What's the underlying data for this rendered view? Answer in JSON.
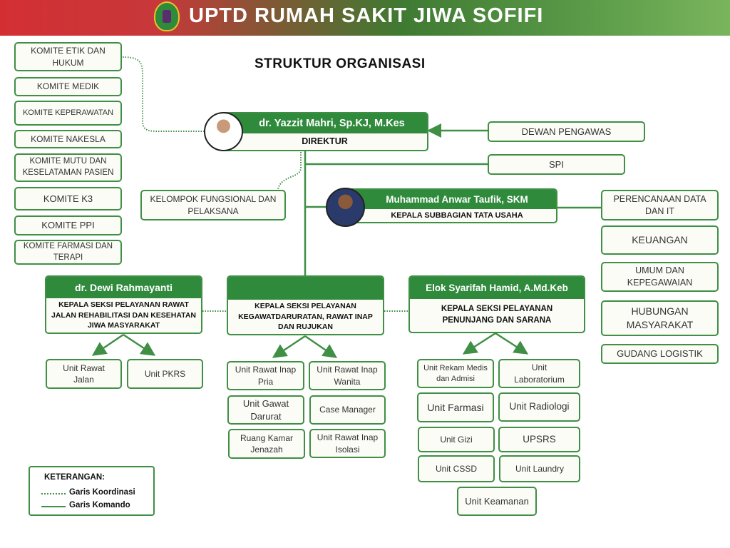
{
  "header": {
    "title": "UPTD RUMAH SAKIT JIWA SOFIFI"
  },
  "page_title": "STRUKTUR ORGANISASI",
  "committees": [
    "KOMITE ETIK DAN HUKUM",
    "KOMITE MEDIK",
    "KOMITE KEPERAWATAN",
    "KOMITE NAKESLA",
    "KOMITE MUTU DAN KESELATAMAN PASIEN",
    "KOMITE  K3",
    "KOMITE  PPI",
    "KOMITE  FARMASI DAN TERAPI"
  ],
  "director": {
    "name": "dr. Yazzit Mahri, Sp.KJ, M.Kes",
    "role": "DIREKTUR"
  },
  "dewan": "DEWAN PENGAWAS",
  "spi": "SPI",
  "fungsional": "KELOMPOK FUNGSIONAL DAN PELAKSANA",
  "kasubag": {
    "name": "Muhammad Anwar Taufik, SKM",
    "role": "KEPALA SUBBAGIAN TATA USAHA"
  },
  "subbag_units": [
    "PERENCANAAN DATA DAN IT",
    "KEUANGAN",
    "UMUM DAN KEPEGAWAIAN",
    "HUBUNGAN MASYARAKAT",
    "GUDANG LOGISTIK"
  ],
  "sections": [
    {
      "name": "dr. Dewi Rahmayanti",
      "role": "KEPALA SEKSI PELAYANAN RAWAT JALAN REHABILITASI DAN KESEHATAN JIWA MASYARAKAT",
      "units": [
        "Unit Rawat Jalan",
        "Unit PKRS"
      ]
    },
    {
      "name": "",
      "role": "KEPALA SEKSI PELAYANAN KEGAWATDARURATAN, RAWAT INAP DAN RUJUKAN",
      "units": [
        "Unit Rawat Inap Pria",
        "Unit Rawat Inap Wanita",
        "Unit Gawat Darurat",
        "Case Manager",
        "Ruang Kamar Jenazah",
        "Unit Rawat Inap Isolasi"
      ]
    },
    {
      "name": "Elok Syarifah Hamid, A.Md.Keb",
      "role": "KEPALA SEKSI PELAYANAN PENUNJANG DAN SARANA",
      "units": [
        "Unit Rekam Medis dan Admisi",
        "Unit Laboratorium",
        "Unit Farmasi",
        "Unit Radiologi",
        "Unit Gizi",
        "UPSRS",
        "Unit CSSD",
        "Unit Laundry",
        "Unit Keamanan"
      ]
    }
  ],
  "legend": {
    "title": "KETERANGAN:",
    "koordinasi": "Garis Koordinasi",
    "komando": "Garis Komando"
  },
  "colors": {
    "green": "#2f8a3c",
    "red": "#d32f33"
  }
}
